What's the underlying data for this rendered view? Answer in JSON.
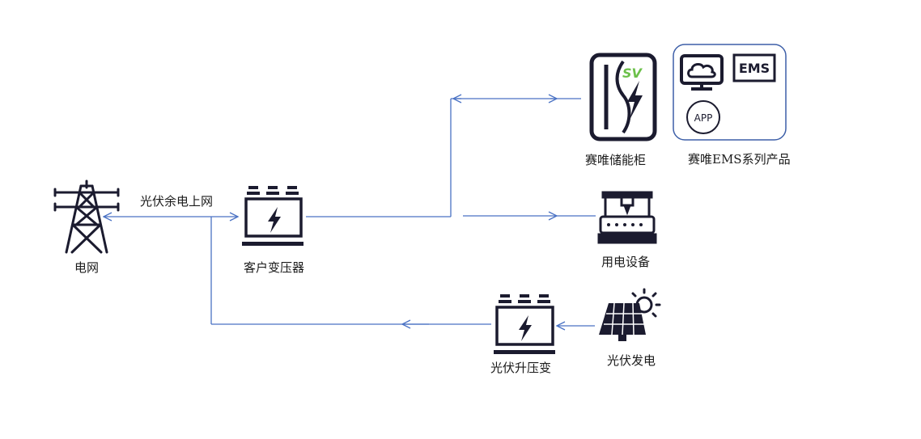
{
  "colors": {
    "line": "#4a72c4",
    "icon": "#1b1b2f",
    "accent_green": "#6cc04a",
    "panel_border": "#3d5fa8"
  },
  "nodes": {
    "grid": {
      "label": "电网",
      "icon": "power-tower-icon"
    },
    "customer_transformer": {
      "label": "客户变压器",
      "icon": "transformer-icon"
    },
    "storage_cabinet": {
      "label": "赛唯储能柜",
      "icon": "energy-storage-cabinet-icon",
      "logo_text": "SV"
    },
    "ems_products": {
      "label": "赛唯EMS系列产品",
      "ems_badge": "EMS",
      "app_badge": "APP",
      "icon": "cloud-monitor-icon"
    },
    "equipment": {
      "label": "用电设备",
      "icon": "machine-equipment-icon"
    },
    "pv_transformer": {
      "label": "光伏升压变",
      "icon": "transformer-icon"
    },
    "pv_generation": {
      "label": "光伏发电",
      "icon": "solar-panel-icon"
    }
  },
  "edges": {
    "pv_surplus_label": "光伏余电上网"
  }
}
